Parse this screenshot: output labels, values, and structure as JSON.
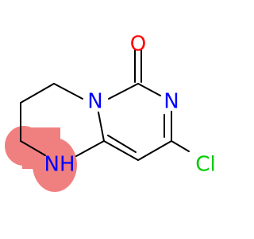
{
  "molecule": {
    "atoms": {
      "carbonyl_oxygen": "O",
      "ring_nitrogen_bridge": "N",
      "ring_nitrogen_imine": "N",
      "amine_nh": "NH",
      "chlorine": "Cl"
    },
    "colors": {
      "bond": "#000000",
      "oxygen": "#ff0000",
      "nitrogen": "#0000ff",
      "chlorine": "#00cc00",
      "highlight": "#f08080"
    }
  }
}
